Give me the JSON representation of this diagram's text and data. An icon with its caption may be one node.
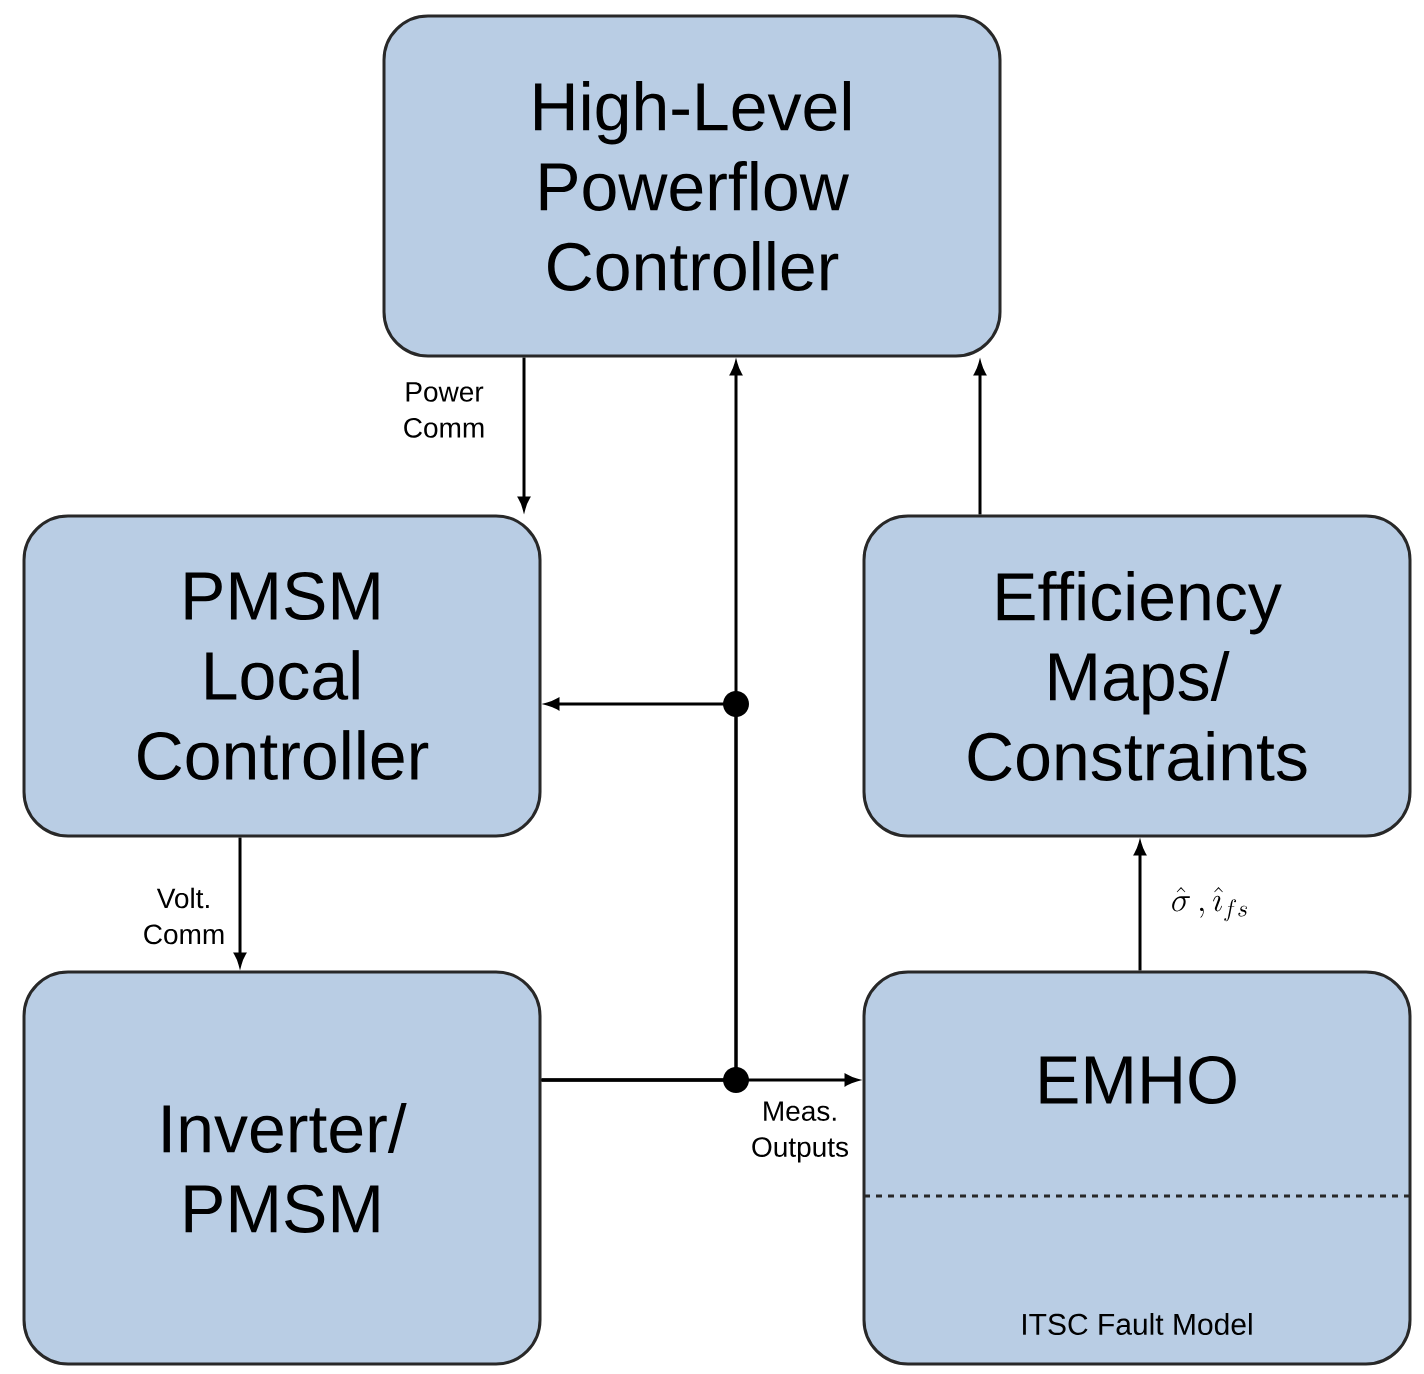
{
  "diagram": {
    "nodes": [
      {
        "text": [
          "High-Level Powerflow Controller"
        ]
      },
      {
        "text": [
          "PMSM Local Controller"
        ]
      },
      {
        "text": [
          "Efficiency Maps/ Constraints"
        ]
      },
      {
        "text": [
          "Inverter/ PMSM"
        ]
      },
      {
        "text": [
          "EMHO",
          "ITSC Fault Model"
        ]
      }
    ],
    "edges": [
      {
        "from": 0,
        "to": 1,
        "arrow": "to",
        "label": "Power Comm"
      },
      {
        "from": 1,
        "to": 3,
        "arrow": "to",
        "label": "Volt. Comm"
      },
      {
        "from": 3,
        "to": 4,
        "arrow": "to",
        "label": "Meas. Outputs"
      },
      {
        "from": 3,
        "to": 0,
        "arrow": "to"
      },
      {
        "from": 3,
        "to": 1,
        "arrow": "to"
      },
      {
        "from": 4,
        "to": 2,
        "arrow": "to",
        "label": "\\hat{\\sigma}\\,,\\hat{\\imath}_{fs}"
      },
      {
        "from": 2,
        "to": 0,
        "arrow": "to"
      }
    ]
  }
}
